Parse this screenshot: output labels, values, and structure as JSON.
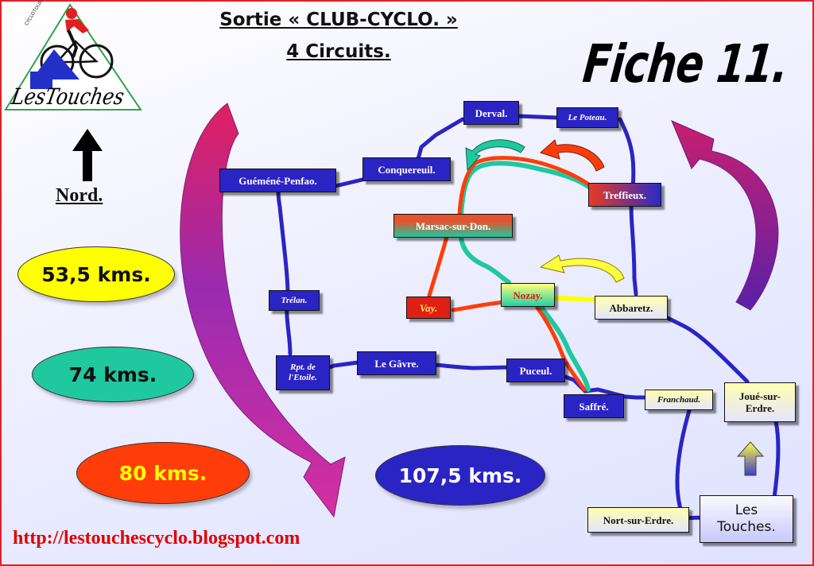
{
  "header": {
    "title_line1": "Sortie « CLUB-CYCLO. »",
    "title_line2": "4 Circuits.",
    "fiche": "Fiche 11."
  },
  "logo": {
    "text": "LesTouches",
    "small_text": "CYCLOTOURISME"
  },
  "nord": {
    "label": "Nord."
  },
  "legend": [
    {
      "label": "53,5 kms.",
      "color": "#ffff00",
      "text_color": "#111111"
    },
    {
      "label": "74 kms.",
      "color": "#20c89f",
      "text_color": "#111111"
    },
    {
      "label": "80 kms.",
      "color": "#ff3d0a",
      "text_color": "#ffff00"
    },
    {
      "label": "107,5 kms.",
      "color": "#2b24c4",
      "text_color": "#ffffff"
    }
  ],
  "places": {
    "derval": "Derval.",
    "le_poteau": "Le Poteau.",
    "guemene": "Guéméné-Penfao.",
    "conquereuil": "Conquereuil.",
    "treffieux": "Treffieux.",
    "marsac": "Marsac-sur-Don.",
    "trelan": "Trélan.",
    "vay": "Vay.",
    "nozay": "Nozay.",
    "abbaretz": "Abbaretz.",
    "rpt_line1": "Rpt. de",
    "rpt_line2": "l'Etoile.",
    "le_gavre": "Le Gâvre.",
    "puceul": "Puceul.",
    "saffre": "Saffré.",
    "franchaud": "Franchaud.",
    "joue_line1": "Joué-sur-",
    "joue_line2": "Erdre.",
    "nort": "Nort-sur-Erdre.",
    "touches_line1": "Les",
    "touches_line2": "Touches."
  },
  "route_colors": {
    "blue": "#2b24c4",
    "red": "#ff3d0a",
    "teal": "#20c89f",
    "yellow": "#ffff00"
  },
  "url": "http://lestouchescyclo.blogspot.com"
}
